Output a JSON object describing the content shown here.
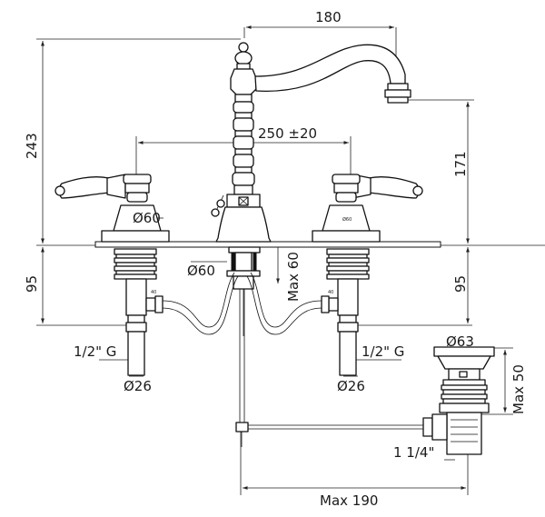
{
  "drawing": {
    "dims": {
      "spout_reach": "180",
      "total_height": "243",
      "centers": "250 ±20",
      "spout_height": "171",
      "left_rosette": "Ø60",
      "center_rosette": "Ø60",
      "max_deck": "Max 60",
      "left_under": "95",
      "right_under": "95",
      "left_thread": "1/2\" G",
      "right_thread": "1/2\" G",
      "left_shank": "Ø26",
      "right_shank": "Ø26",
      "waste_diameter": "Ø63",
      "waste_max": "Max 50",
      "waste_thread": "1 1/4\"",
      "rod_max": "Max 190"
    },
    "mini_labels": {
      "valve_left": "40",
      "valve_right": "40",
      "rosette_right": "Ø60"
    }
  }
}
